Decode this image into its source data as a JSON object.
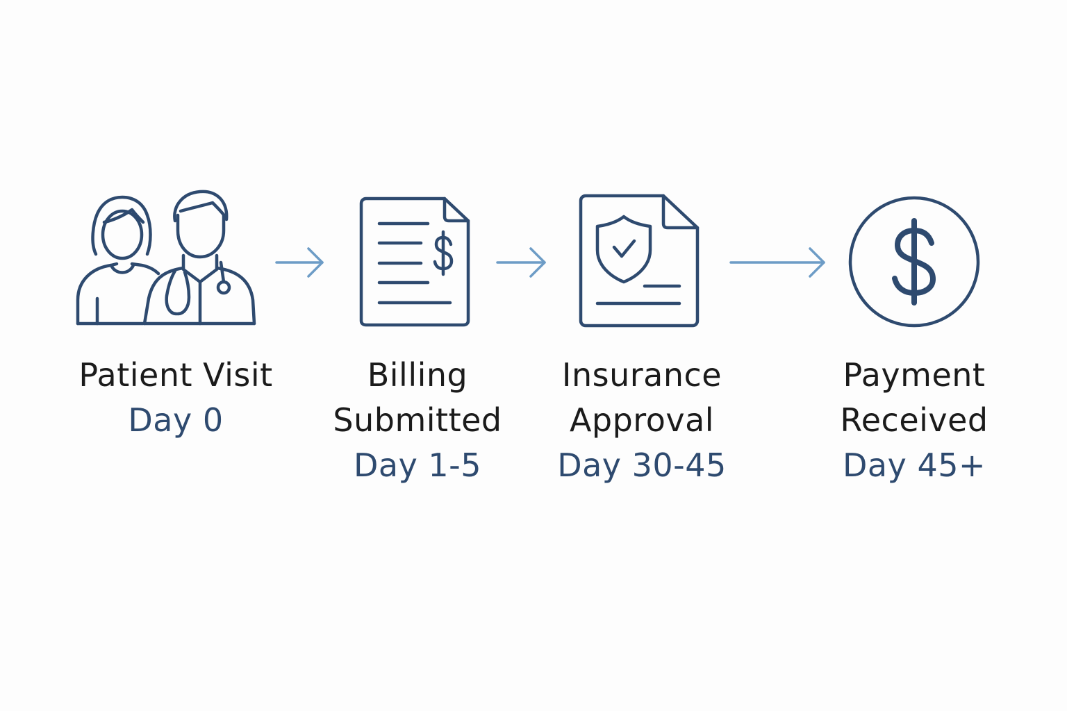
{
  "colors": {
    "icon": "#2e4a6f",
    "arrow": "#6d9cc6",
    "title_text": "#1b1b1b",
    "day_text": "#2e4a6f",
    "background": "#fdfdfd"
  },
  "steps": [
    {
      "icon": "patient-and-doctor-icon",
      "title_lines": [
        "Patient Visit"
      ],
      "day": "Day 0"
    },
    {
      "icon": "billing-document-icon",
      "title_lines": [
        "Billing",
        "Submitted"
      ],
      "day": "Day 1-5"
    },
    {
      "icon": "insurance-shield-document-icon",
      "title_lines": [
        "Insurance",
        "Approval"
      ],
      "day": "Day 30-45"
    },
    {
      "icon": "dollar-coin-icon",
      "title_lines": [
        "Payment",
        "Received"
      ],
      "day": "Day 45+"
    }
  ]
}
